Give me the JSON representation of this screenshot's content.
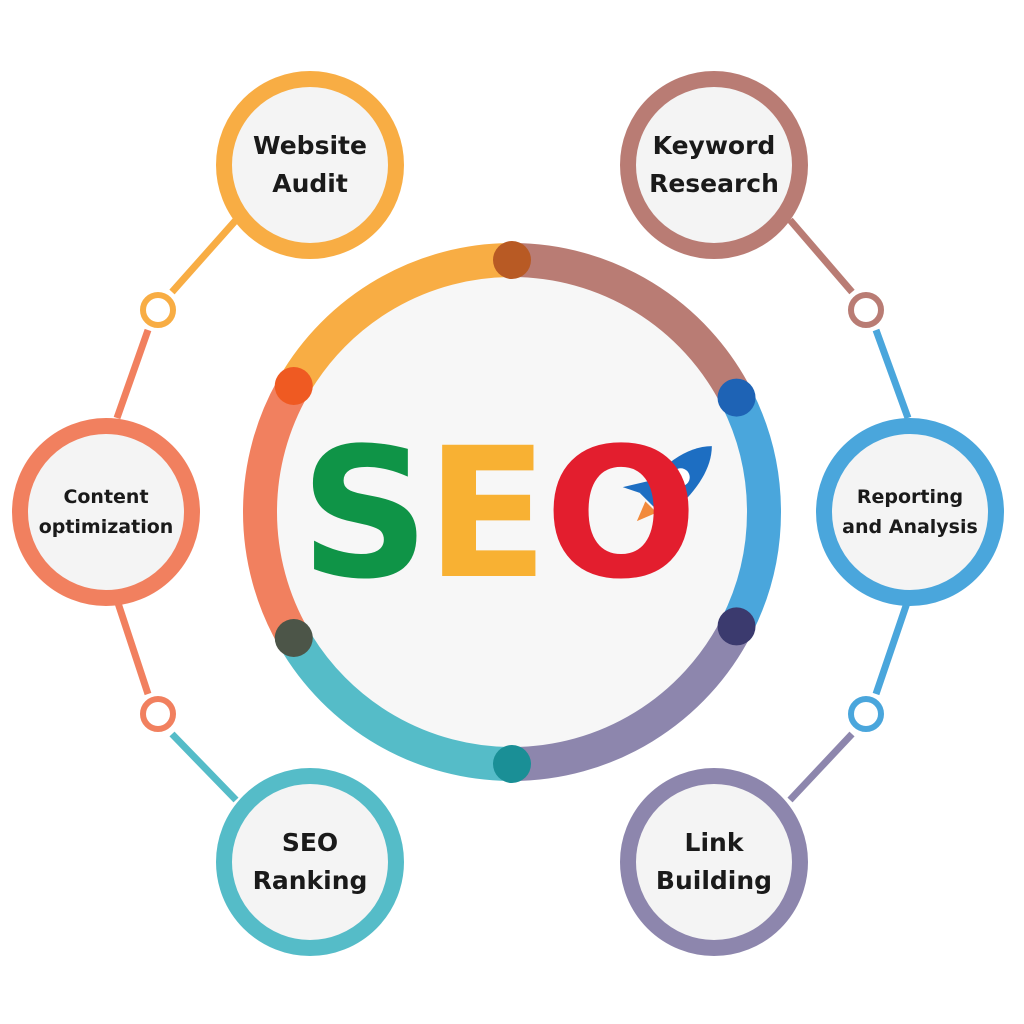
{
  "center": {
    "letters": [
      {
        "char": "S",
        "color": "#0f9447"
      },
      {
        "char": "E",
        "color": "#f8b133"
      },
      {
        "char": "O",
        "color": "#e31e2e"
      }
    ],
    "rocket_icon": "rocket-icon",
    "rocket_color": "#1d6ec2"
  },
  "nodes": [
    {
      "id": "website-audit",
      "label": "Website\nAudit",
      "color": "#f8ad44"
    },
    {
      "id": "keyword-research",
      "label": "Keyword\nResearch",
      "color": "#b97c74"
    },
    {
      "id": "reporting-analysis",
      "label": "Reporting\nand  Analysis",
      "color": "#4aa6dc"
    },
    {
      "id": "link-building",
      "label": "Link\nBuilding",
      "color": "#8d86ad"
    },
    {
      "id": "seo-ranking",
      "label": "SEO\nRanking",
      "color": "#55bcc8"
    },
    {
      "id": "content-optimization",
      "label": "Content\noptimization",
      "color": "#f1805f"
    }
  ],
  "ring_segments": [
    {
      "id": "website-audit",
      "color": "#f8ad44"
    },
    {
      "id": "keyword-research",
      "color": "#b97c74"
    },
    {
      "id": "reporting-analysis",
      "color": "#4aa6dc"
    },
    {
      "id": "link-building",
      "color": "#8d86ad"
    },
    {
      "id": "seo-ranking",
      "color": "#55bcc8"
    },
    {
      "id": "content-optimization",
      "color": "#f1805f"
    }
  ],
  "ring_joints": [
    {
      "color": "#b85a24"
    },
    {
      "color": "#1e63b5"
    },
    {
      "color": "#3b3a6e"
    },
    {
      "color": "#1a8f96"
    },
    {
      "color": "#4c5548"
    },
    {
      "color": "#ef5a22"
    }
  ]
}
